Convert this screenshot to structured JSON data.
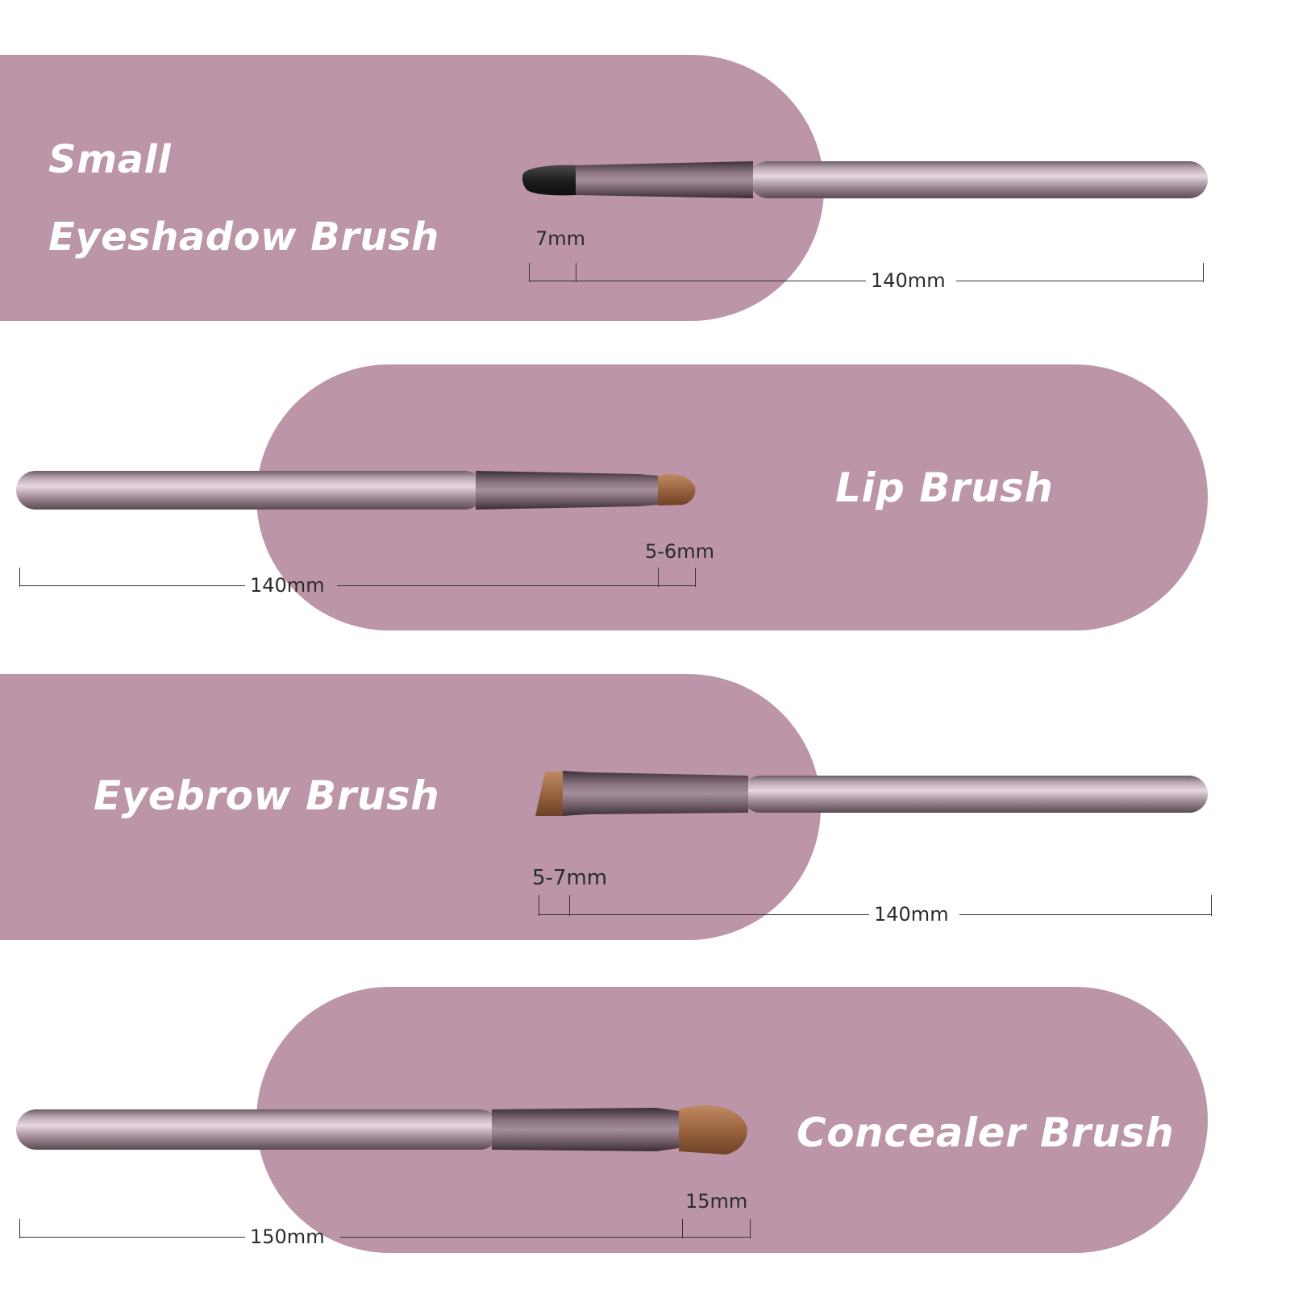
{
  "colors": {
    "band": "#bc95a8",
    "text": "#ffffff",
    "dim_text": "#2b2b2b"
  },
  "brushes": [
    {
      "name_line1": "Small",
      "name_line2": "Eyeshadow Brush",
      "tip_size": "7mm",
      "length": "140mm"
    },
    {
      "name": "Lip Brush",
      "tip_size": "5-6mm",
      "length": "140mm"
    },
    {
      "name": "Eyebrow Brush",
      "tip_size": "5-7mm",
      "length": "140mm"
    },
    {
      "name": "Concealer Brush",
      "tip_size": "15mm",
      "length": "150mm"
    }
  ]
}
